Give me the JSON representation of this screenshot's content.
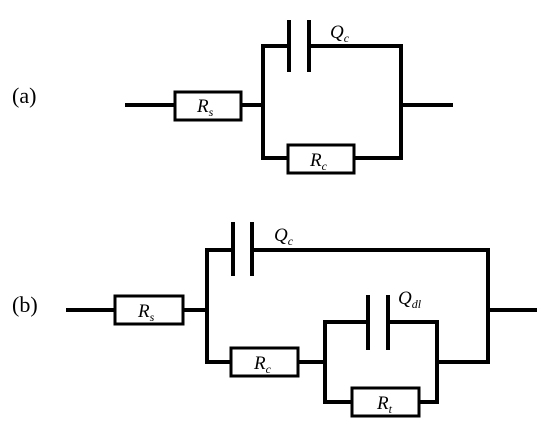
{
  "circuit_a": {
    "tag": "(a)",
    "rs": {
      "main": "R",
      "sub": "s"
    },
    "rc": {
      "main": "R",
      "sub": "c"
    },
    "qc": {
      "main": "Q",
      "sub": "c"
    }
  },
  "circuit_b": {
    "tag": "(b)",
    "rs": {
      "main": "R",
      "sub": "s"
    },
    "rc": {
      "main": "R",
      "sub": "c"
    },
    "rt": {
      "main": "R",
      "sub": "t"
    },
    "qc": {
      "main": "Q",
      "sub": "c"
    },
    "qdl": {
      "main": "Q",
      "sub": "dl"
    }
  }
}
